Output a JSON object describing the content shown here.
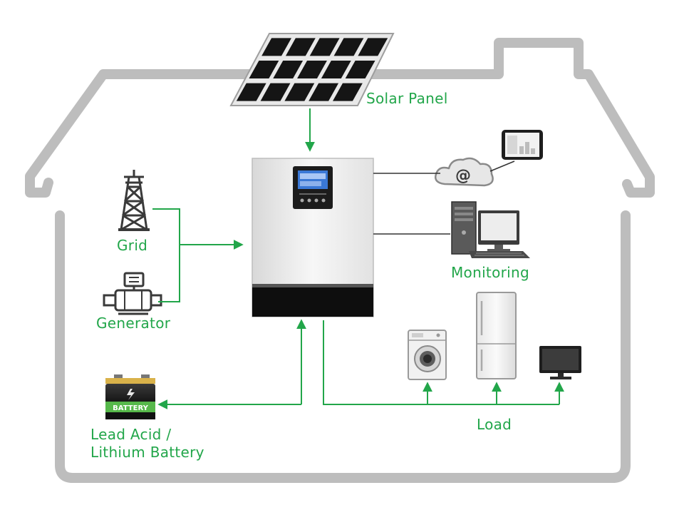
{
  "labels": {
    "solar_panel": "Solar Panel",
    "grid": "Grid",
    "generator": "Generator",
    "monitoring": "Monitoring",
    "battery_line1": "Lead Acid /",
    "battery_line2": "Lithium Battery",
    "load": "Load",
    "battery_badge": "BATTERY",
    "cloud_symbol": "@"
  },
  "colors": {
    "accent": "#22a64a",
    "house_outline": "#bdbdbd",
    "text_dark": "#333333"
  },
  "icons": {
    "solar_panel": "solar-panel-icon",
    "grid": "transmission-tower-icon",
    "generator": "generator-icon",
    "inverter": "hybrid-inverter",
    "cloud": "cloud-icon",
    "tablet": "tablet-icon",
    "computer": "desktop-computer-icon",
    "washer": "washing-machine-icon",
    "fridge": "refrigerator-icon",
    "tv": "television-icon",
    "battery": "battery-icon"
  }
}
